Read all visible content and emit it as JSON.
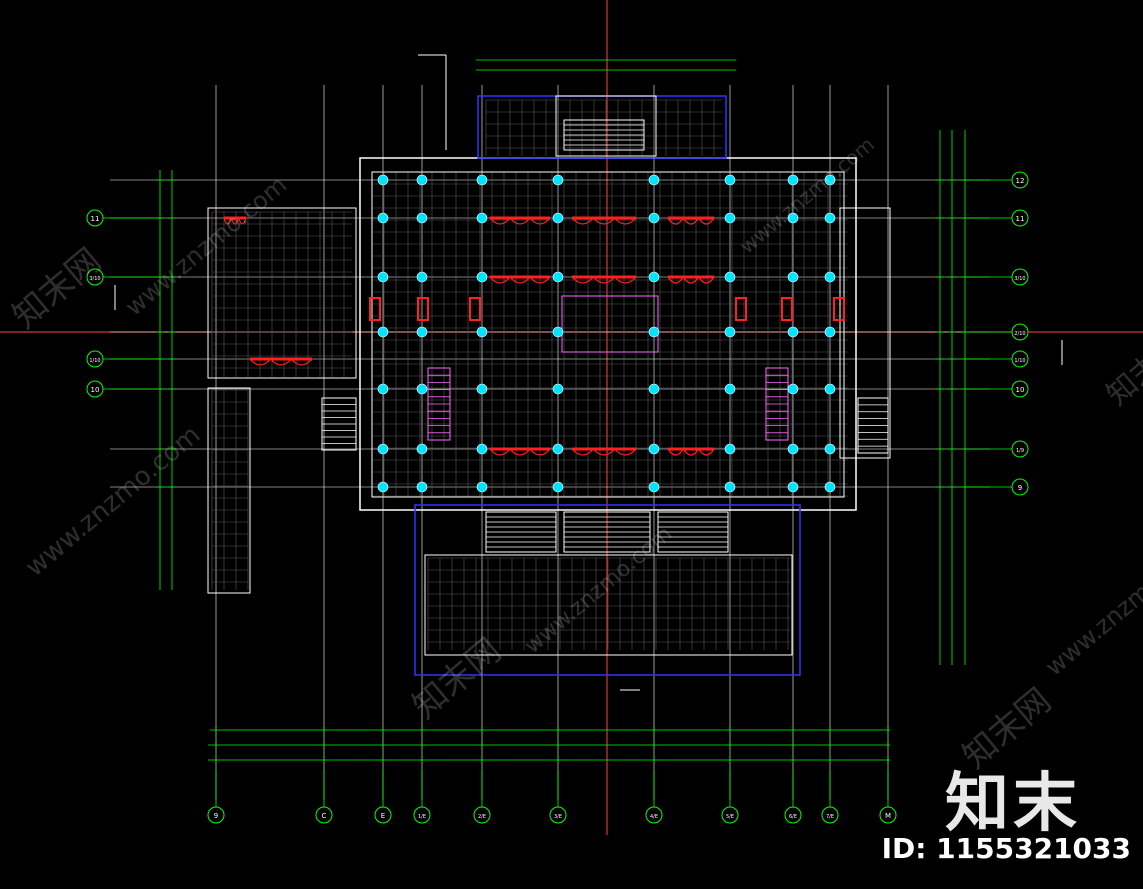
{
  "drawing": {
    "grid_top": [
      "9",
      "C",
      "E",
      "1/E",
      "2/E",
      "3/E",
      "4/E",
      "5/E",
      "6/E",
      "7/E",
      "M"
    ],
    "grid_left": [
      "11",
      "3/10",
      "1/10",
      "10"
    ],
    "grid_right": [
      "12",
      "11",
      "3/10",
      "2/10",
      "1/10",
      "10",
      "1/9",
      "9"
    ],
    "colors": {
      "background": "#000000",
      "wall": "#ffffff",
      "grid": "#00ff00",
      "column": "#00e5ff",
      "door": "#ff2020",
      "stair": "#ff66ff",
      "outline": "#3333ff",
      "annotation": "#ffff00",
      "axis": "#ff4444"
    }
  },
  "watermark": {
    "site": "www.znzmo.com",
    "brand_cn": "知末网",
    "logo": "知末",
    "id_label": "ID: 1155321033"
  }
}
